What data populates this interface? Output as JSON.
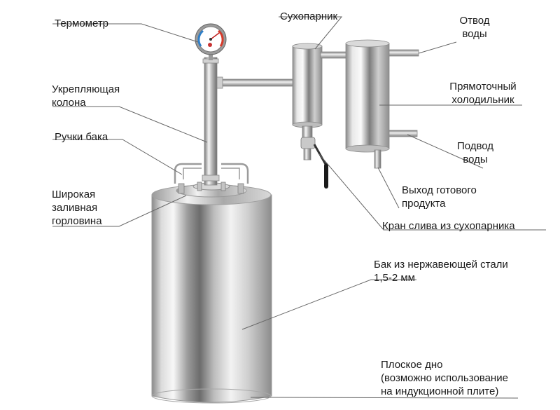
{
  "labels": {
    "thermometer": [
      "Термометр"
    ],
    "sukhoparnik": [
      "Сухопарник"
    ],
    "water_out": [
      "Отвод",
      "воды"
    ],
    "column": [
      "Укрепляющая",
      "колона"
    ],
    "cooler": [
      "Прямоточный",
      "холодильник"
    ],
    "handles": [
      "Ручки бака"
    ],
    "water_in": [
      "Подвод",
      "воды"
    ],
    "neck": [
      "Широкая",
      "заливная",
      "горловина"
    ],
    "product_out": [
      "Выход готового",
      "продукта"
    ],
    "drain_valve": [
      "Кран слива из сухопарника"
    ],
    "tank": [
      "Бак из нержавеющей стали",
      "1,5-2 мм"
    ],
    "bottom": [
      "Плоское дно",
      "(возможно использование",
      "на индукционной плите)"
    ]
  },
  "colors": {
    "steel_dark": "#6e6e6e",
    "steel_light": "#f4f4f4",
    "leader_line": "#666666",
    "gauge_ring": "#8a8a8a",
    "gauge_face": "#ffffff",
    "gauge_blue": "#2f7fc8",
    "gauge_red": "#d63a2a",
    "valve_handle": "#1a1a1a",
    "valve_brass": "#c9c9c9"
  }
}
